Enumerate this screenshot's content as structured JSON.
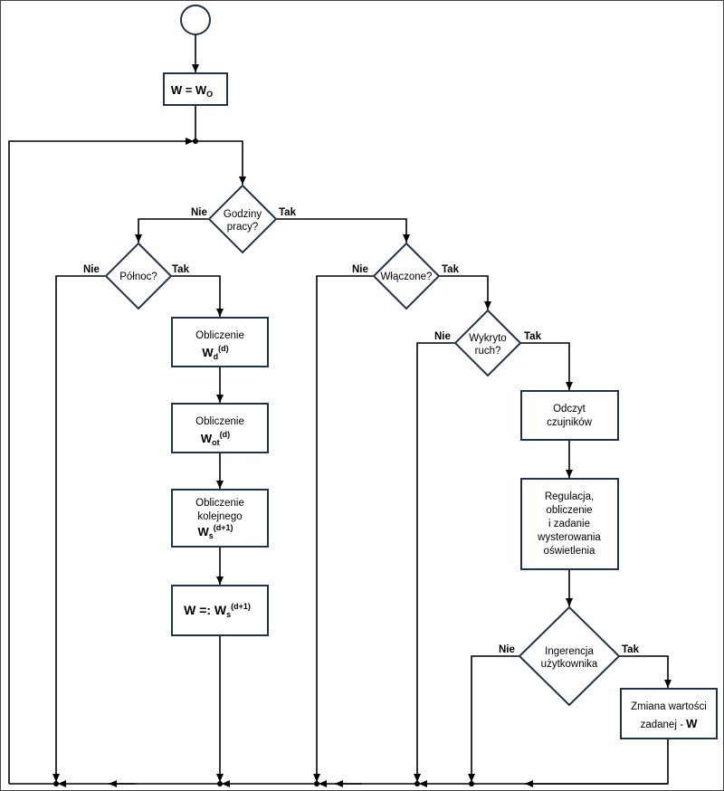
{
  "nodes": {
    "init": {
      "main": "W = W",
      "sub": "O"
    },
    "work_hours": [
      "Godziny",
      "pracy?"
    ],
    "midnight": "Północ?",
    "calc_wd": {
      "line1": "Obliczenie",
      "main": "W",
      "sub": "d",
      "sup": "(d)"
    },
    "calc_wot": {
      "line1": "Obliczenie",
      "main": "W",
      "sub": "ot",
      "sup": "(d)"
    },
    "calc_ws": {
      "line1": "Obliczenie",
      "line2": "kolejnego",
      "main": "W",
      "sub": "s",
      "sup": "(d+1)"
    },
    "assign_w": {
      "main": "W =: W",
      "sub": "s",
      "sup": "(d+1)"
    },
    "enabled": "Włączone?",
    "motion": [
      "Wykryto",
      "ruch?"
    ],
    "read_sensors": [
      "Odczyt",
      "czujników"
    ],
    "regulation": [
      "Regulacja,",
      "obliczenie",
      "i zadanie",
      "wysterowania",
      "oświetlenia"
    ],
    "user_interference": [
      "Ingerencja",
      "użytkownika"
    ],
    "setpoint_change": {
      "line1": "Zmiana wartości",
      "line2_text": "zadanej  - ",
      "line2_bold": "W"
    }
  },
  "branch_labels": {
    "no": "Nie",
    "yes": "Tak"
  },
  "colors": {
    "box_stroke": "#1f3349",
    "line": "#000000",
    "frame": "#444444"
  }
}
